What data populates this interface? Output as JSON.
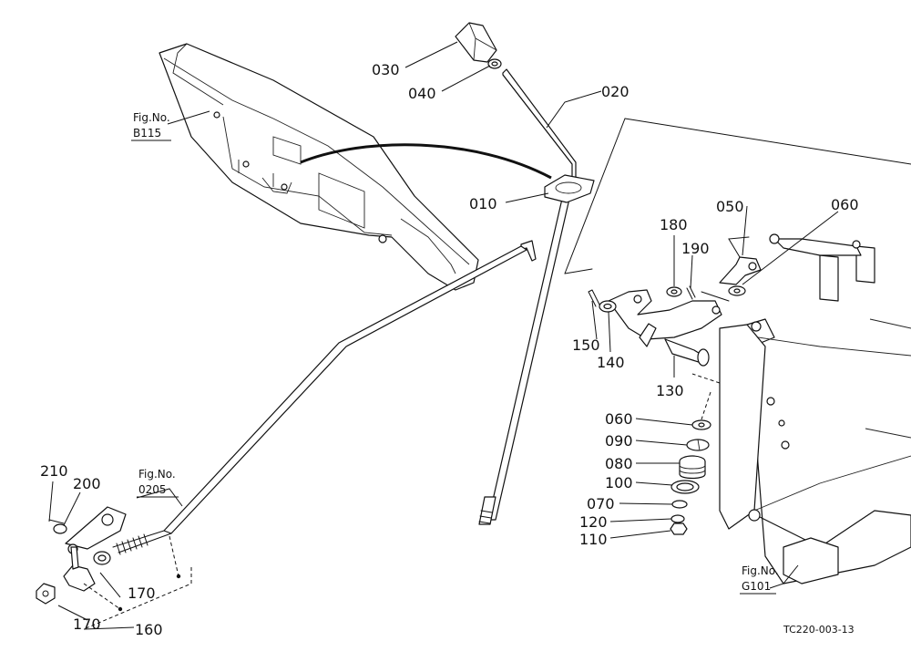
{
  "callouts": {
    "c030": "030",
    "c040": "040",
    "c020": "020",
    "c010": "010",
    "c050": "050",
    "c060_top": "060",
    "c180": "180",
    "c190": "190",
    "c150": "150",
    "c140": "140",
    "c130": "130",
    "c060_mid": "060",
    "c090": "090",
    "c080": "080",
    "c100": "100",
    "c070": "070",
    "c120": "120",
    "c110": "110",
    "c210": "210",
    "c200": "200",
    "c170_upper": "170",
    "c170_lower": "170",
    "c160": "160"
  },
  "fig_refs": {
    "b115": {
      "prefix": "Fig.No.",
      "number": "B115"
    },
    "f0205": {
      "prefix": "Fig.No.",
      "number": "0205"
    },
    "g101": {
      "prefix": "Fig.No.",
      "number": "G101"
    }
  },
  "drawing_code": "TC220-003-13"
}
